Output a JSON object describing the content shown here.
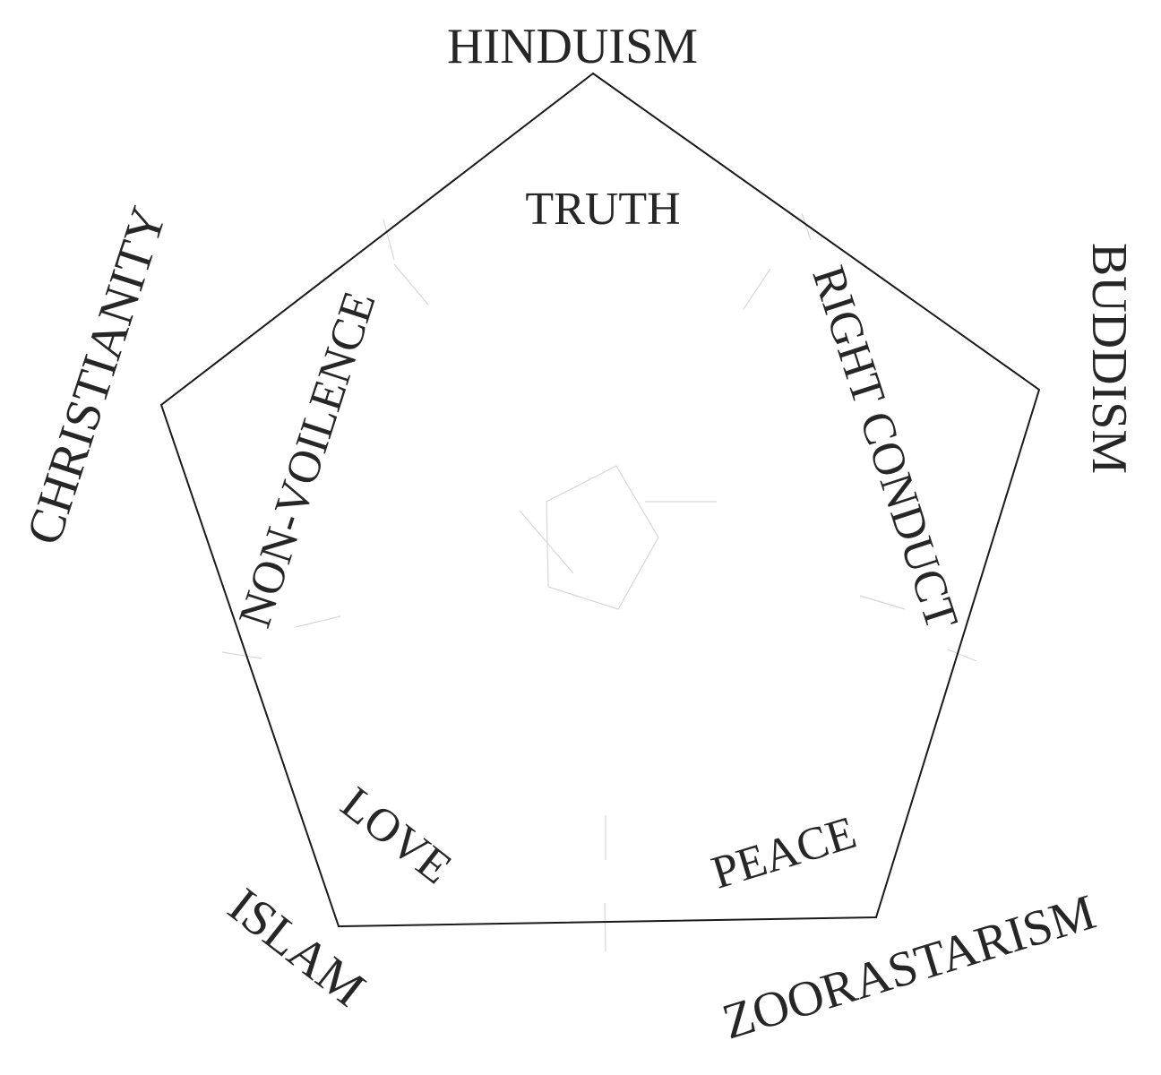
{
  "religions": {
    "top": "HINDUISM",
    "right": "BUDDISM",
    "bottom_right": "ZOORASTARISM",
    "bottom_left": "ISLAM",
    "left": "CHRISTIANITY"
  },
  "values": {
    "top": "TRUTH",
    "right": "RIGHT CONDUCT",
    "bottom_right": "PEACE",
    "bottom_left": "LOVE",
    "left": "NON-VOILENCE"
  },
  "colors": {
    "ink": "#262626",
    "outline": "#1a1a1a",
    "pencil": "#d7d7d7",
    "background": "#ffffff"
  }
}
